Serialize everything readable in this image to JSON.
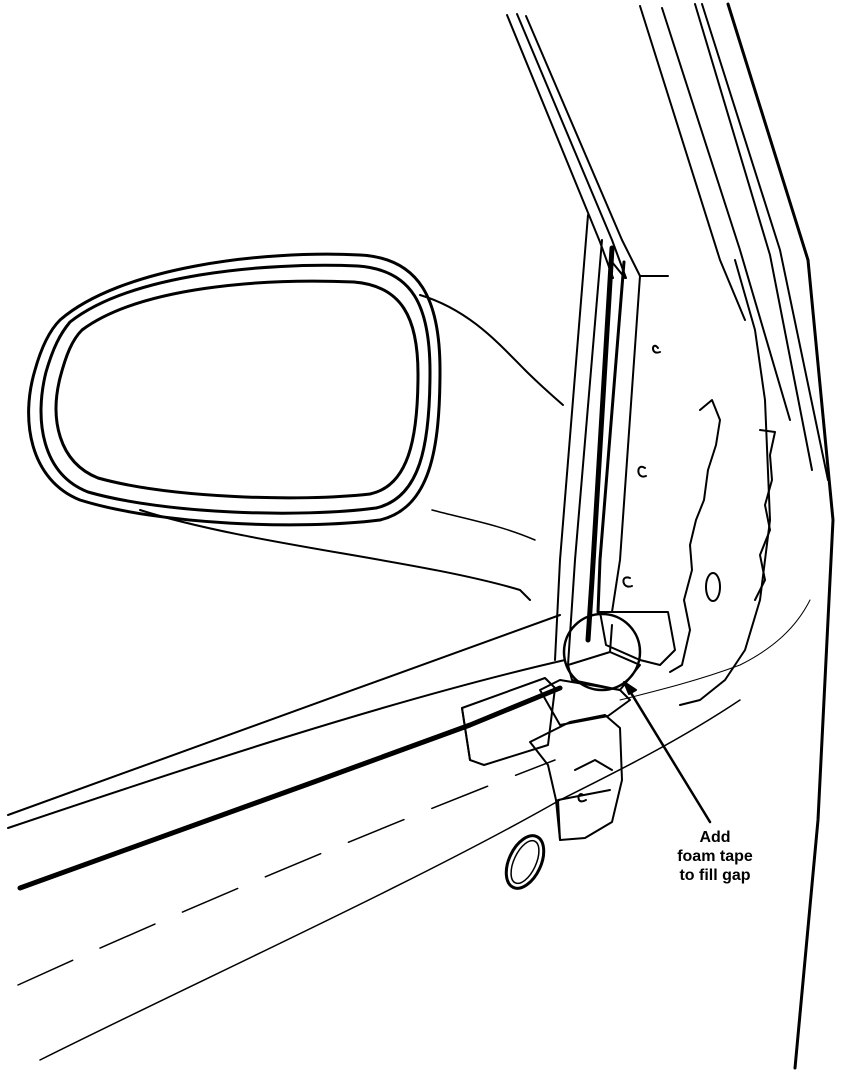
{
  "callout": {
    "line1": "Add",
    "line2": "foam tape",
    "line3": "to fill gap"
  },
  "colors": {
    "ink": "#000000",
    "paper": "#ffffff"
  }
}
